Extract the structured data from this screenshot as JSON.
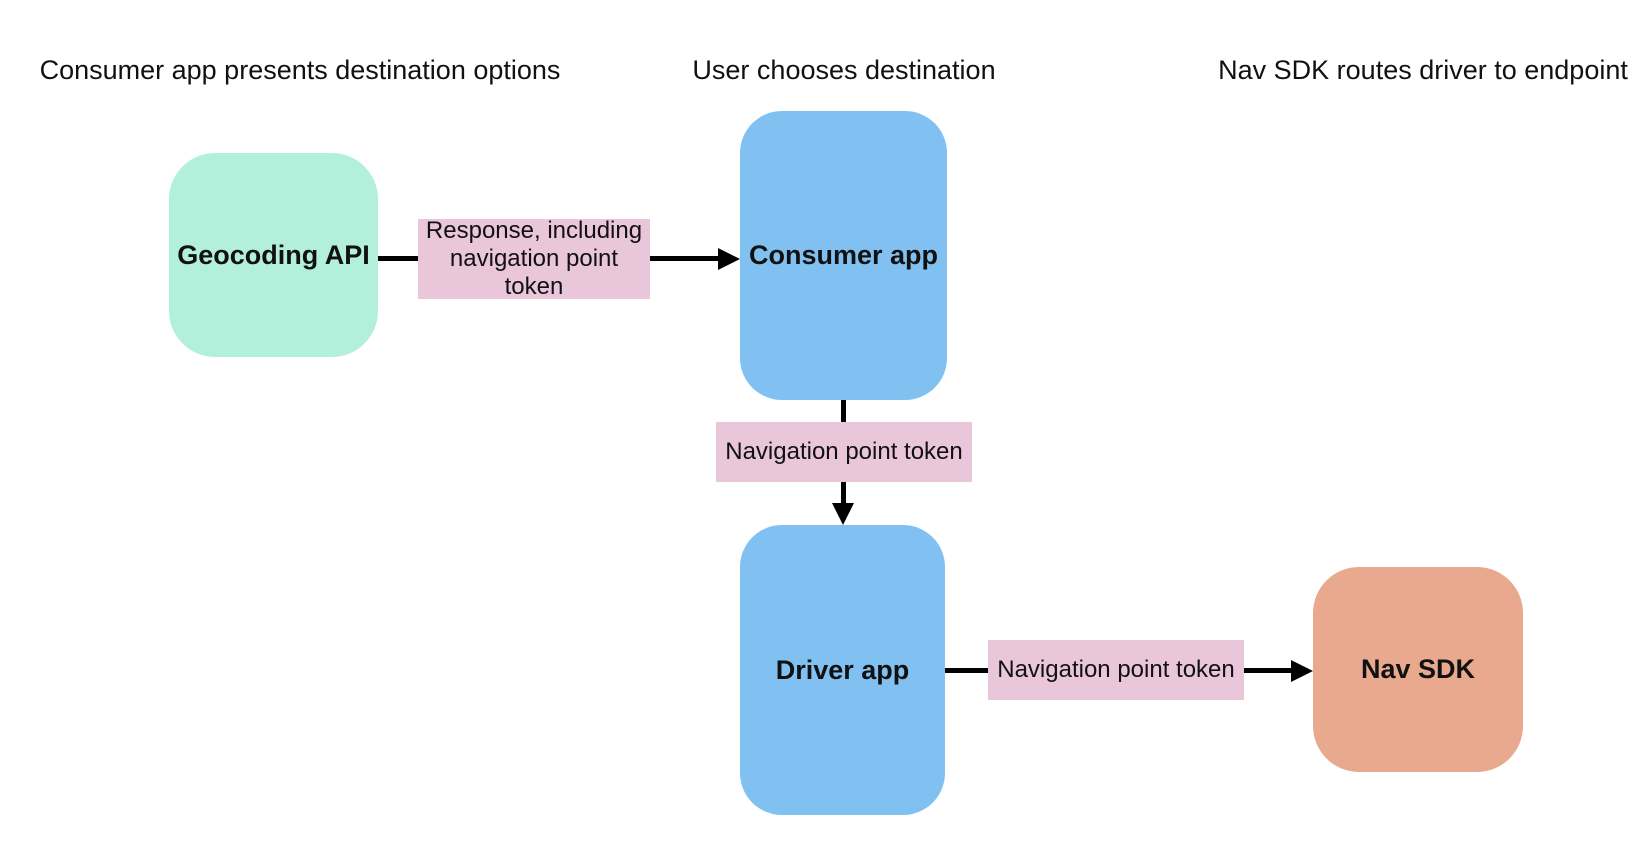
{
  "diagram": {
    "type": "flowchart",
    "background_color": "#ffffff",
    "text_color": "#111111",
    "arrow_color": "#000000",
    "headers": [
      {
        "label": "Consumer app presents destination options"
      },
      {
        "label": "User chooses destination"
      },
      {
        "label": "Nav SDK routes driver to endpoint"
      }
    ],
    "nodes": [
      {
        "id": "geocoding-api",
        "label": "Geocoding API",
        "fill": "#b2f0db"
      },
      {
        "id": "consumer-app",
        "label": "Consumer app",
        "fill": "#81c1f1"
      },
      {
        "id": "driver-app",
        "label": "Driver app",
        "fill": "#81c1f1"
      },
      {
        "id": "nav-sdk",
        "label": "Nav SDK",
        "fill": "#e8a98e"
      }
    ],
    "edges": [
      {
        "from": "Geocoding API",
        "to": "Consumer app",
        "label": "Response, including navigation point token",
        "label_fill": "#eac6da",
        "direction": "right"
      },
      {
        "from": "Consumer app",
        "to": "Driver app",
        "label": "Navigation point token",
        "label_fill": "#eac6da",
        "direction": "down"
      },
      {
        "from": "Driver app",
        "to": "Nav SDK",
        "label": "Navigation point token",
        "label_fill": "#eac6da",
        "direction": "right"
      }
    ]
  }
}
